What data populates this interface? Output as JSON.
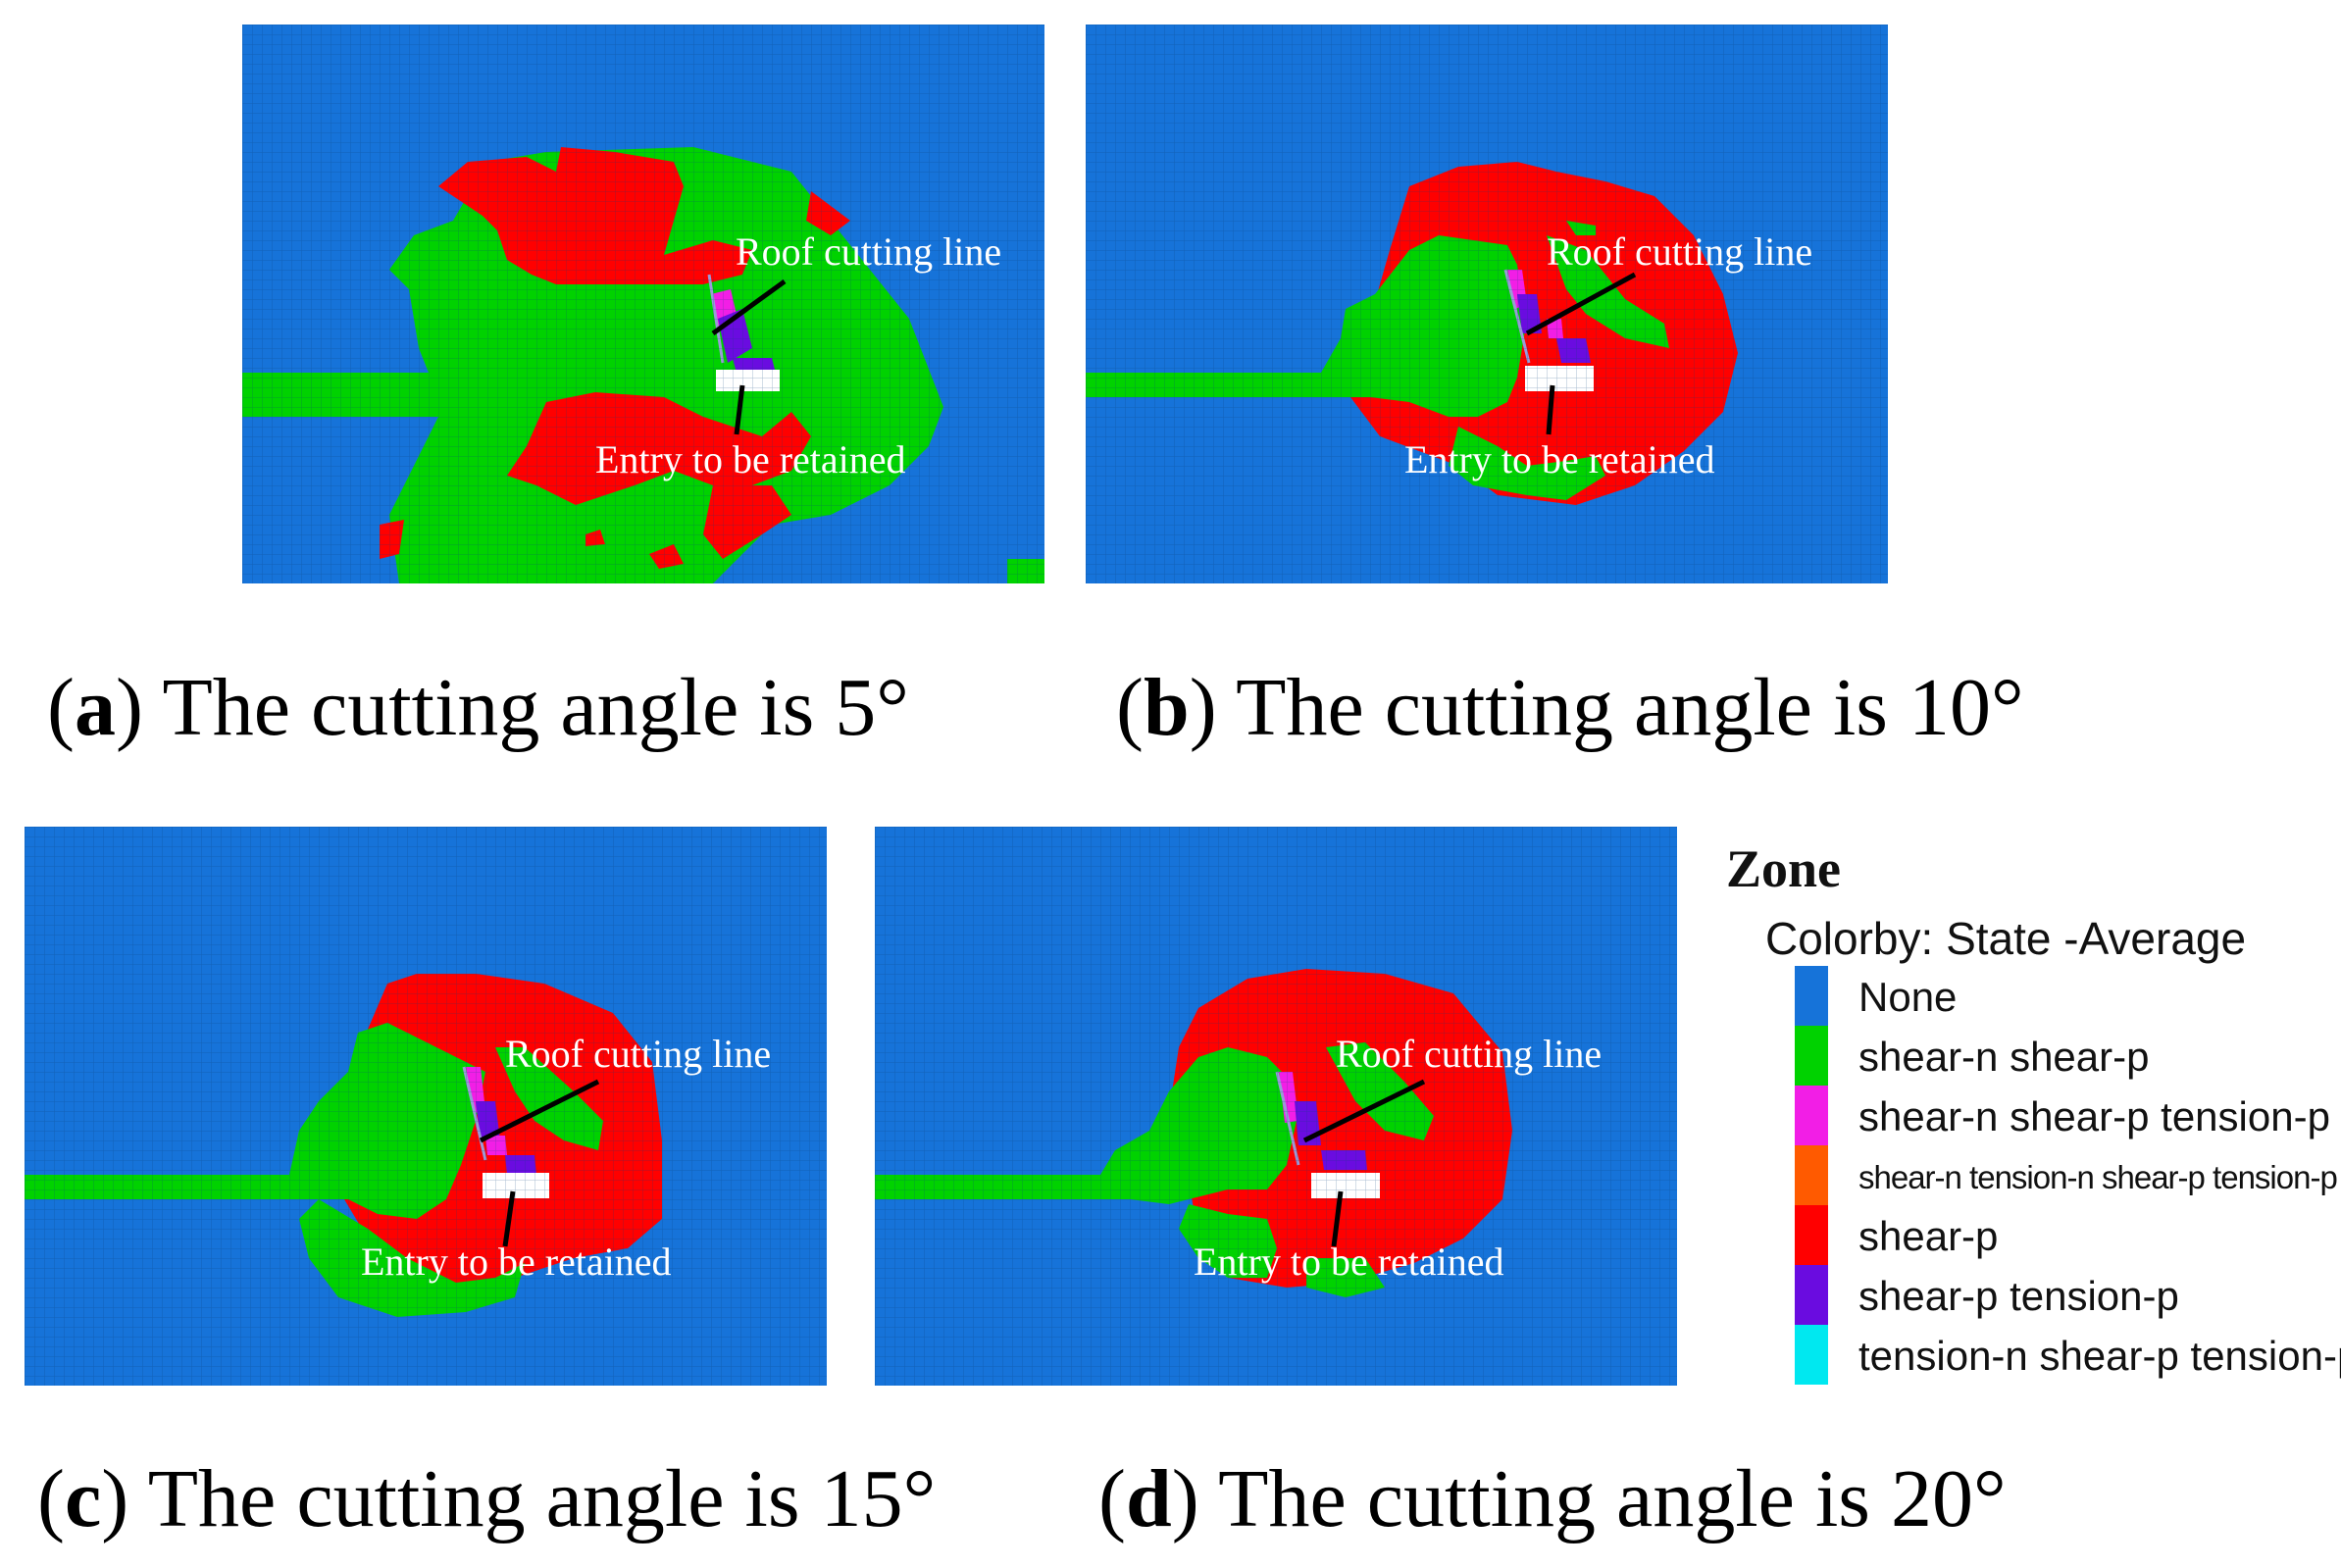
{
  "panels": [
    {
      "id": "a",
      "angle": 5,
      "caption_letter": "a",
      "caption_text": " The cutting angle is 5°",
      "roof_label": "Roof cutting line",
      "entry_label": "Entry to be retained"
    },
    {
      "id": "b",
      "angle": 10,
      "caption_letter": "b",
      "caption_text": " The cutting angle is 10°",
      "roof_label": "Roof cutting line",
      "entry_label": "Entry to be retained"
    },
    {
      "id": "c",
      "angle": 15,
      "caption_letter": "c",
      "caption_text": " The cutting angle is 15°",
      "roof_label": "Roof cutting line",
      "entry_label": "Entry to be retained"
    },
    {
      "id": "d",
      "angle": 20,
      "caption_letter": "d",
      "caption_text": " The cutting angle is 20°",
      "roof_label": "Roof cutting line",
      "entry_label": "Entry to be retained"
    }
  ],
  "legend": {
    "title": "Zone",
    "subtitle": "Colorby: State  -Average",
    "items": [
      {
        "label": "None",
        "color": "#1673d9"
      },
      {
        "label": "shear-n shear-p",
        "color": "#00d200"
      },
      {
        "label": "shear-n shear-p tension-p",
        "color": "#f21ee6"
      },
      {
        "label": "shear-n tension-n shear-p tension-p",
        "color": "#ff5a00"
      },
      {
        "label": "shear-p",
        "color": "#ff0000"
      },
      {
        "label": "shear-p tension-p",
        "color": "#6a0ce0"
      },
      {
        "label": "tension-n shear-p tension-p",
        "color": "#00e8f0"
      }
    ]
  }
}
